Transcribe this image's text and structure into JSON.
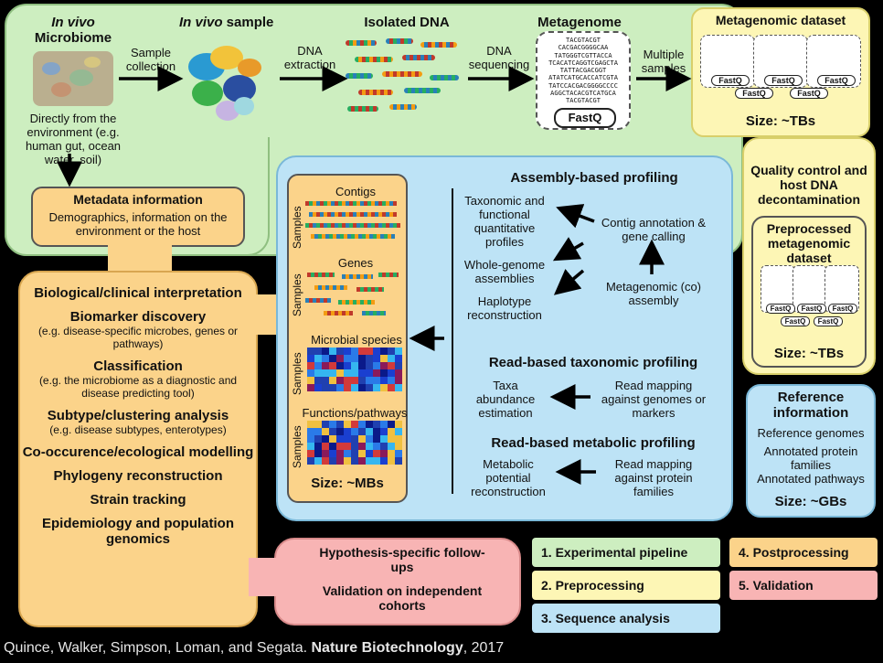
{
  "pipeline": {
    "in_vivo_microbiome": {
      "title_italic": "In vivo",
      "title_rest": "Microbiome",
      "caption": "Directly from the environment (e.g. human gut, ocean water, soil)"
    },
    "sample_collection": "Sample collection",
    "in_vivo_sample": {
      "italic": "In vivo",
      "rest": " sample"
    },
    "dna_extraction": "DNA extraction",
    "isolated_dna": "Isolated DNA",
    "dna_sequencing": "DNA sequencing",
    "metagenome": {
      "title": "Metagenome",
      "seqs": [
        "TACGTACGT",
        "CACGACGGGGCAA",
        "TATGGGTCGTTACCA",
        "TCACATCAGGTCGAGCTA",
        "TATTACGACGGT",
        "ATATCATGCACCATCGTA",
        "TATCCACGACGGGGCCCC",
        "AGGCTACACGTCATGCA",
        "TACGTACGT"
      ],
      "fastq": "FastQ"
    },
    "multiple_samples": "Multiple samples",
    "metagenomic_dataset": {
      "title": "Metagenomic dataset",
      "size": "Size: ~TBs",
      "fastq": "FastQ"
    },
    "qc": "Quality control and host DNA decontamination",
    "preprocessed": {
      "title": "Preprocessed metagenomic dataset",
      "size": "Size: ~TBs",
      "fastq": "FastQ"
    }
  },
  "metadata": {
    "title": "Metadata information",
    "body": "Demographics, information on the environment or the host"
  },
  "analysis": {
    "assembly_title": "Assembly-based profiling",
    "tax_func": "Taxonomic and functional quantitative profiles",
    "contig_annot": "Contig annotation & gene calling",
    "whole_genome": "Whole-genome assemblies",
    "haplotype": "Haplotype reconstruction",
    "meta_assembly": "Metagenomic (co) assembly",
    "read_tax_title": "Read-based taxonomic profiling",
    "taxa_abund": "Taxa abundance estimation",
    "read_map_genomes": "Read mapping against genomes or markers",
    "read_met_title": "Read-based metabolic profiling",
    "met_potential": "Metabolic potential reconstruction",
    "read_map_protein": "Read mapping against protein families"
  },
  "outputs": {
    "contigs": "Contigs",
    "genes": "Genes",
    "species": "Microbial species",
    "functions": "Functions/pathways",
    "samples": "Samples",
    "size": "Size: ~MBs"
  },
  "reference": {
    "title": "Reference information",
    "items": [
      "Reference genomes",
      "Annotated protein families",
      "Annotated pathways"
    ],
    "size": "Size: ~GBs"
  },
  "postprocessing": {
    "items": [
      {
        "title": "Biological/clinical interpretation",
        "sub": ""
      },
      {
        "title": "Biomarker discovery",
        "sub": "(e.g. disease-specific microbes, genes or pathways)"
      },
      {
        "title": "Classification",
        "sub": "(e.g. the microbiome as a diagnostic and disease predicting tool)"
      },
      {
        "title": "Subtype/clustering analysis",
        "sub": "(e.g. disease subtypes, enterotypes)"
      },
      {
        "title": "Co-occurence/ecological modelling",
        "sub": ""
      },
      {
        "title": "Phylogeny reconstruction",
        "sub": ""
      },
      {
        "title": "Strain tracking",
        "sub": ""
      },
      {
        "title": "Epidemiology and population genomics",
        "sub": ""
      }
    ]
  },
  "validation": {
    "l1": "Hypothesis-specific follow-ups",
    "l2": "Validation on independent cohorts"
  },
  "legend": {
    "l1": "1. Experimental pipeline",
    "l2": "2. Preprocessing",
    "l3": "3. Sequence analysis",
    "l4": "4. Postprocessing",
    "l5": "5. Validation"
  },
  "citation": {
    "authors": "Quince, Walker, Simpson, Loman, and Segata. ",
    "journal": "Nature Biotechnology",
    "year": ", 2017"
  },
  "colors": {
    "green": "#cdeec0",
    "yellow": "#fdf6b5",
    "orange": "#fbd38a",
    "blue": "#bde3f6",
    "pink": "#f8b4b4"
  }
}
